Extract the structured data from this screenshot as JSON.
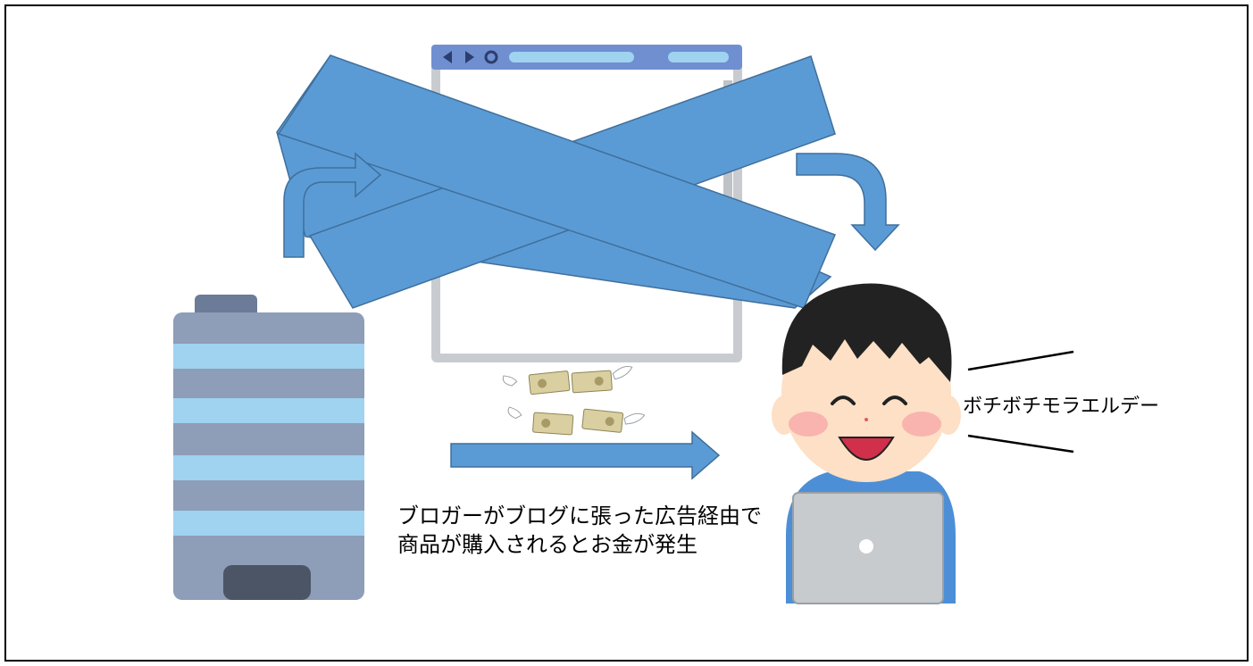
{
  "caption": {
    "line1": "ブロガーがブログに張った広告経由で",
    "line2": "商品が購入されるとお金が発生"
  },
  "speech": "ボチボチモラエルデー",
  "colors": {
    "arrow_blue": "#5b9bd5",
    "arrow_outline": "#3f6f9c",
    "building_stripe_gray": "#8e9db8",
    "building_stripe_blue": "#9fd3ef",
    "browser_gray": "#c8ccd0",
    "browser_bar": "#6f8fd1",
    "shirt_blue": "#4d8fd6",
    "skin": "#fde0c6",
    "hair": "#222222",
    "laptop": "#c8cbce"
  }
}
